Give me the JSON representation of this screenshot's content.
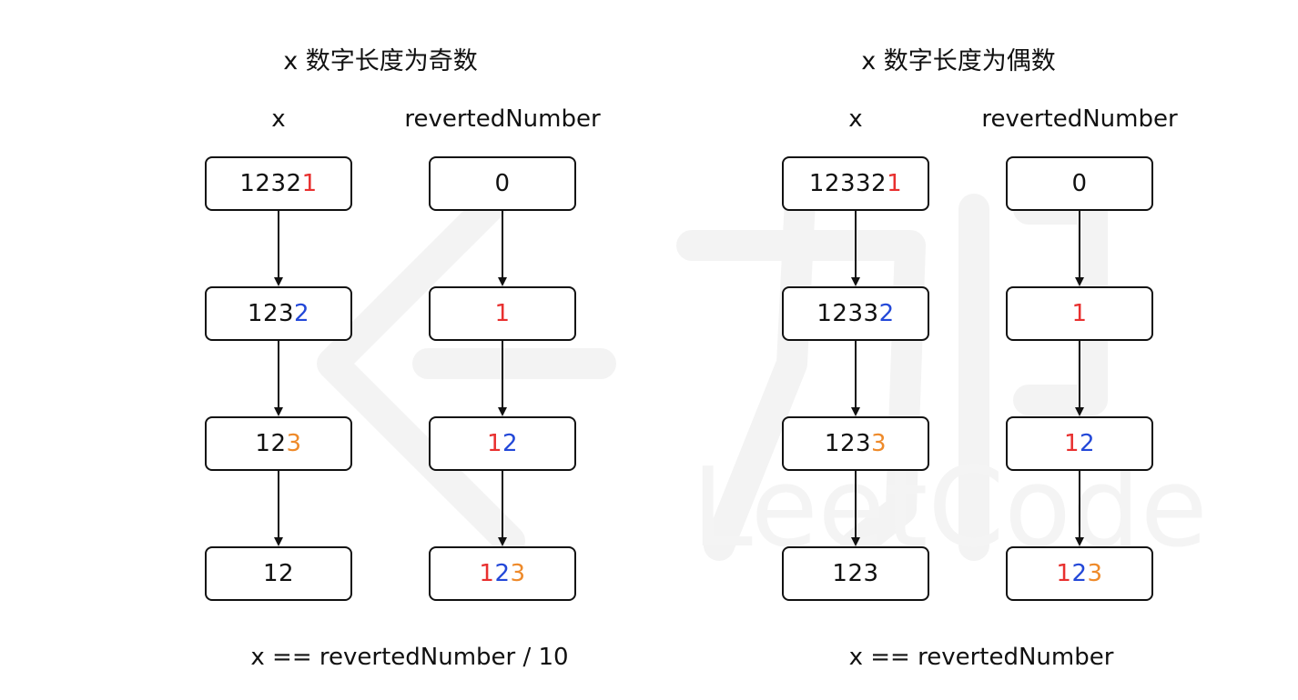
{
  "colors": {
    "red": "#e8302f",
    "blue": "#2348d8",
    "orange": "#ee8a2a",
    "black": "#111111",
    "watermark": "#f2f2f2"
  },
  "panels": [
    {
      "title": "x 数字长度为奇数",
      "x_label": "x",
      "reverted_label": "revertedNumber",
      "x_values": [
        [
          {
            "t": "1232",
            "c": "black"
          },
          {
            "t": "1",
            "c": "red"
          }
        ],
        [
          {
            "t": "123",
            "c": "black"
          },
          {
            "t": "2",
            "c": "blue"
          }
        ],
        [
          {
            "t": "12",
            "c": "black"
          },
          {
            "t": "3",
            "c": "orange"
          }
        ],
        [
          {
            "t": "12",
            "c": "black"
          }
        ]
      ],
      "reverted_values": [
        [
          {
            "t": "0",
            "c": "black"
          }
        ],
        [
          {
            "t": "1",
            "c": "red"
          }
        ],
        [
          {
            "t": "1",
            "c": "red"
          },
          {
            "t": "2",
            "c": "blue"
          }
        ],
        [
          {
            "t": "1",
            "c": "red"
          },
          {
            "t": "2",
            "c": "blue"
          },
          {
            "t": "3",
            "c": "orange"
          }
        ]
      ],
      "condition": "x == revertedNumber / 10"
    },
    {
      "title": "x 数字长度为偶数",
      "x_label": "x",
      "reverted_label": "revertedNumber",
      "x_values": [
        [
          {
            "t": "12332",
            "c": "black"
          },
          {
            "t": "1",
            "c": "red"
          }
        ],
        [
          {
            "t": "1233",
            "c": "black"
          },
          {
            "t": "2",
            "c": "blue"
          }
        ],
        [
          {
            "t": "123",
            "c": "black"
          },
          {
            "t": "3",
            "c": "orange"
          }
        ],
        [
          {
            "t": "123",
            "c": "black"
          }
        ]
      ],
      "reverted_values": [
        [
          {
            "t": "0",
            "c": "black"
          }
        ],
        [
          {
            "t": "1",
            "c": "red"
          }
        ],
        [
          {
            "t": "1",
            "c": "red"
          },
          {
            "t": "2",
            "c": "blue"
          }
        ],
        [
          {
            "t": "1",
            "c": "red"
          },
          {
            "t": "2",
            "c": "blue"
          },
          {
            "t": "3",
            "c": "orange"
          }
        ]
      ],
      "condition": "x == revertedNumber"
    }
  ]
}
